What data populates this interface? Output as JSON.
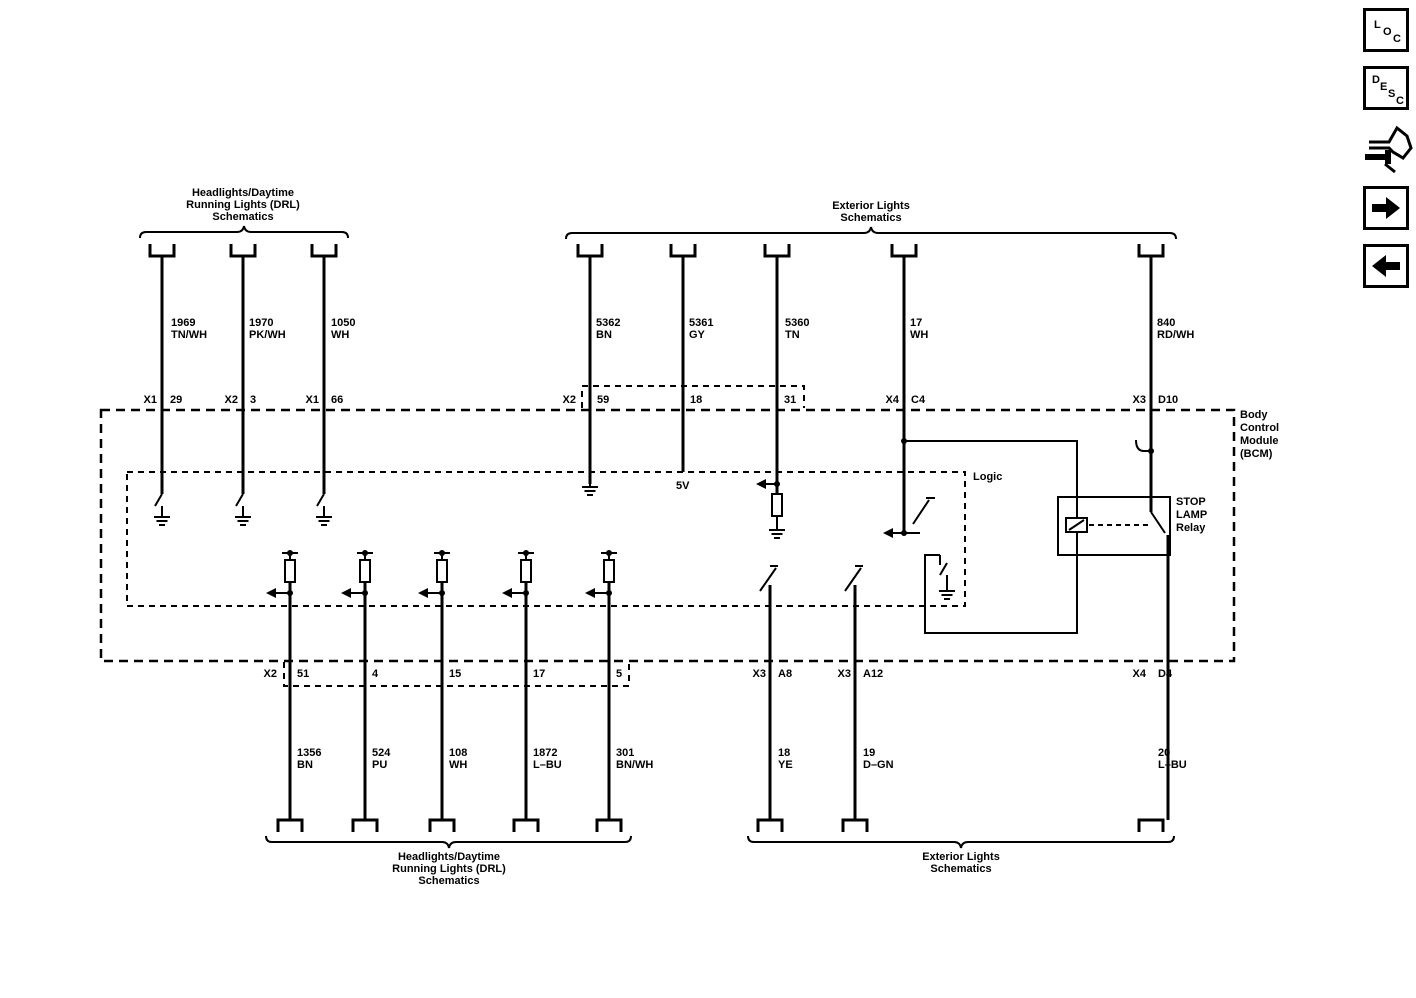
{
  "nav": {
    "loc": {
      "l1": "L",
      "l2": "O",
      "l3": "C"
    },
    "desc": {
      "l1": "D",
      "l2": "E",
      "l3": "S",
      "l4": "C"
    }
  },
  "top_groups": {
    "drl": {
      "line1": "Headlights/Daytime",
      "line2": "Running Lights (DRL)",
      "line3": "Schematics"
    },
    "ext": {
      "line1": "Exterior Lights",
      "line2": "Schematics"
    }
  },
  "bottom_groups": {
    "drl": {
      "line1": "Headlights/Daytime",
      "line2": "Running Lights (DRL)",
      "line3": "Schematics"
    },
    "ext": {
      "line1": "Exterior Lights",
      "line2": "Schematics"
    }
  },
  "top_wires": [
    {
      "circuit": "1969",
      "color": "TN/WH",
      "conn": "X1",
      "pin": "29"
    },
    {
      "circuit": "1970",
      "color": "PK/WH",
      "conn": "X2",
      "pin": "3"
    },
    {
      "circuit": "1050",
      "color": "WH",
      "conn": "X1",
      "pin": "66"
    },
    {
      "circuit": "5362",
      "color": "BN",
      "conn": "X2",
      "pin": "59"
    },
    {
      "circuit": "5361",
      "color": "GY",
      "conn": "",
      "pin": "18"
    },
    {
      "circuit": "5360",
      "color": "TN",
      "conn": "",
      "pin": "31"
    },
    {
      "circuit": "17",
      "color": "WH",
      "conn": "X4",
      "pin": "C4"
    },
    {
      "circuit": "840",
      "color": "RD/WH",
      "conn": "X3",
      "pin": "D10"
    }
  ],
  "bottom_wires": [
    {
      "circuit": "1356",
      "color": "BN",
      "conn": "X2",
      "pin": "51"
    },
    {
      "circuit": "524",
      "color": "PU",
      "conn": "",
      "pin": "4"
    },
    {
      "circuit": "108",
      "color": "WH",
      "conn": "",
      "pin": "15"
    },
    {
      "circuit": "1872",
      "color": "L–BU",
      "conn": "",
      "pin": "17"
    },
    {
      "circuit": "301",
      "color": "BN/WH",
      "conn": "",
      "pin": "5"
    },
    {
      "circuit": "18",
      "color": "YE",
      "conn": "X3",
      "pin": "A8"
    },
    {
      "circuit": "19",
      "color": "D–GN",
      "conn": "X3",
      "pin": "A12"
    },
    {
      "circuit": "20",
      "color": "L–BU",
      "conn": "X4",
      "pin": "D4"
    }
  ],
  "module": {
    "line1": "Body",
    "line2": "Control",
    "line3": "Module",
    "line4": "(BCM)"
  },
  "logic": "Logic",
  "voltage": "5V",
  "relay": {
    "line1": "STOP",
    "line2": "LAMP",
    "line3": "Relay"
  }
}
